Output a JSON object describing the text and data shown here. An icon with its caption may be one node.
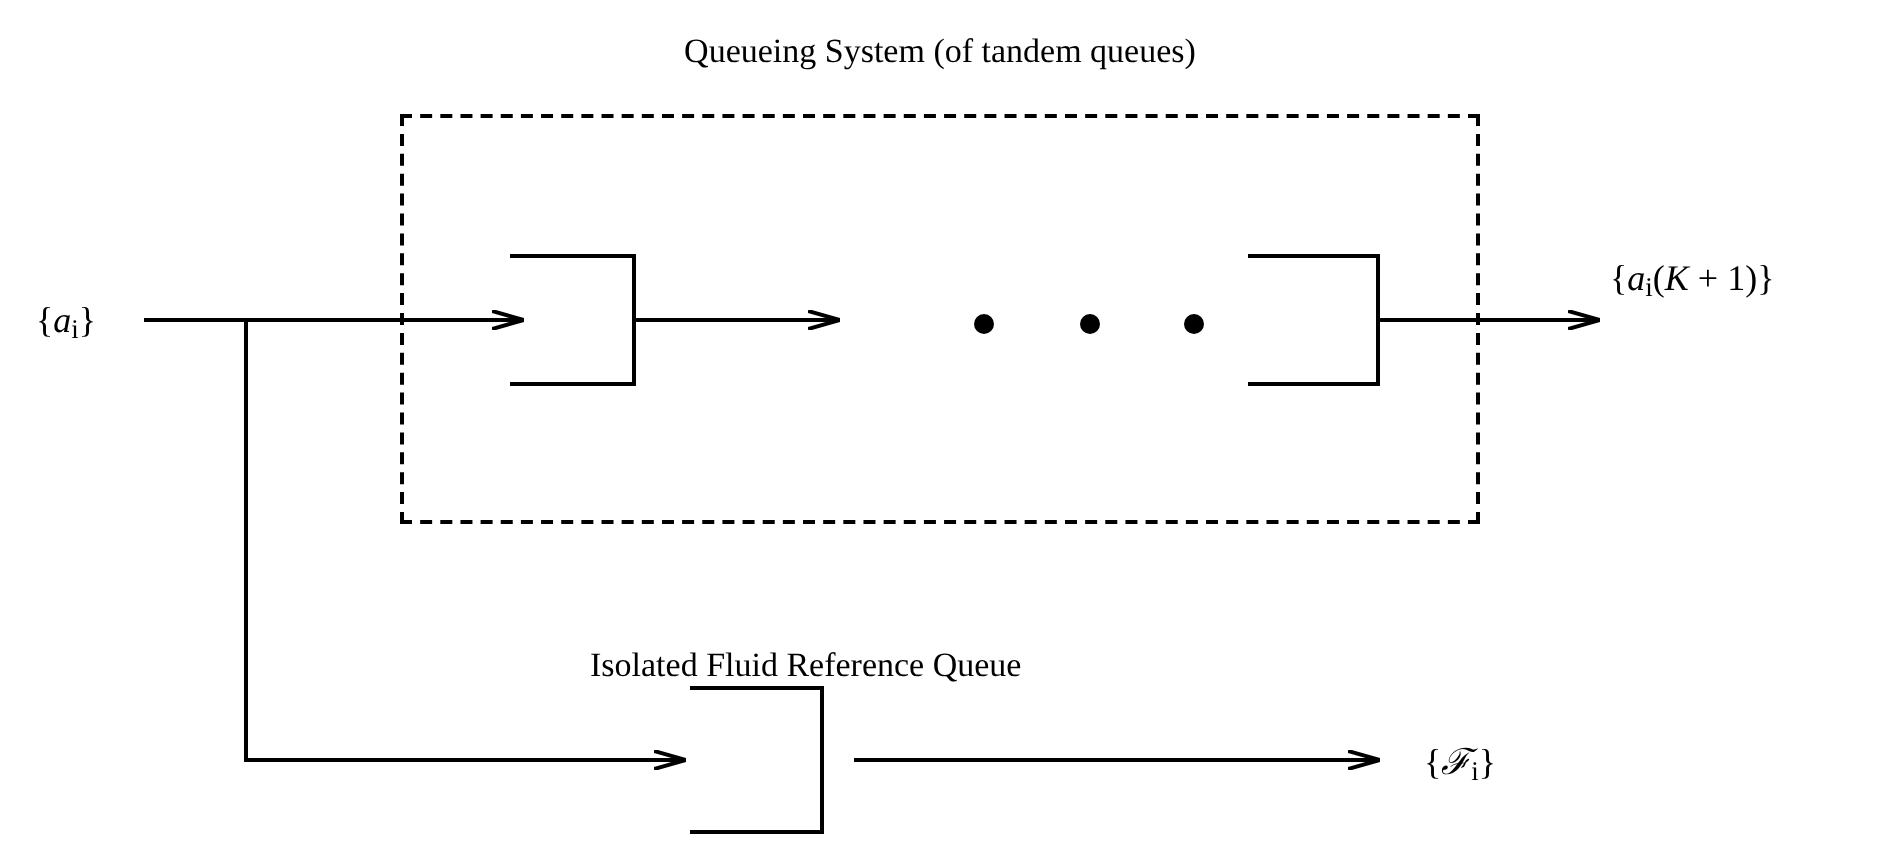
{
  "diagram": {
    "nodes": [
      {
        "text": [
          "Queueing System (of tandem queues)"
        ]
      },
      {
        "text": [
          "{*a*$_{i}$}"
        ]
      },
      {
        "text": [],
        "shape": "box",
        "in": 0
      },
      {
        "text": [],
        "shape": "box",
        "in": 0
      },
      {
        "text": [
          "{*a*$_{i}$(*K* + 1)}"
        ]
      },
      {
        "text": [
          "Isolated Fluid Reference Queue"
        ]
      },
      {
        "text": [
          "{*ℱ*$_{i}$}"
        ]
      }
    ],
    "edges": [
      {
        "from": 1,
        "to": 2,
        "arrow": "to"
      },
      {
        "from": 1,
        "to": 5,
        "arrow": "to"
      },
      {
        "from": 2,
        "to": null,
        "arrow": "to"
      },
      {
        "from": 3,
        "to": 4,
        "arrow": "to"
      },
      {
        "from": 5,
        "to": 6,
        "arrow": "to"
      }
    ]
  }
}
